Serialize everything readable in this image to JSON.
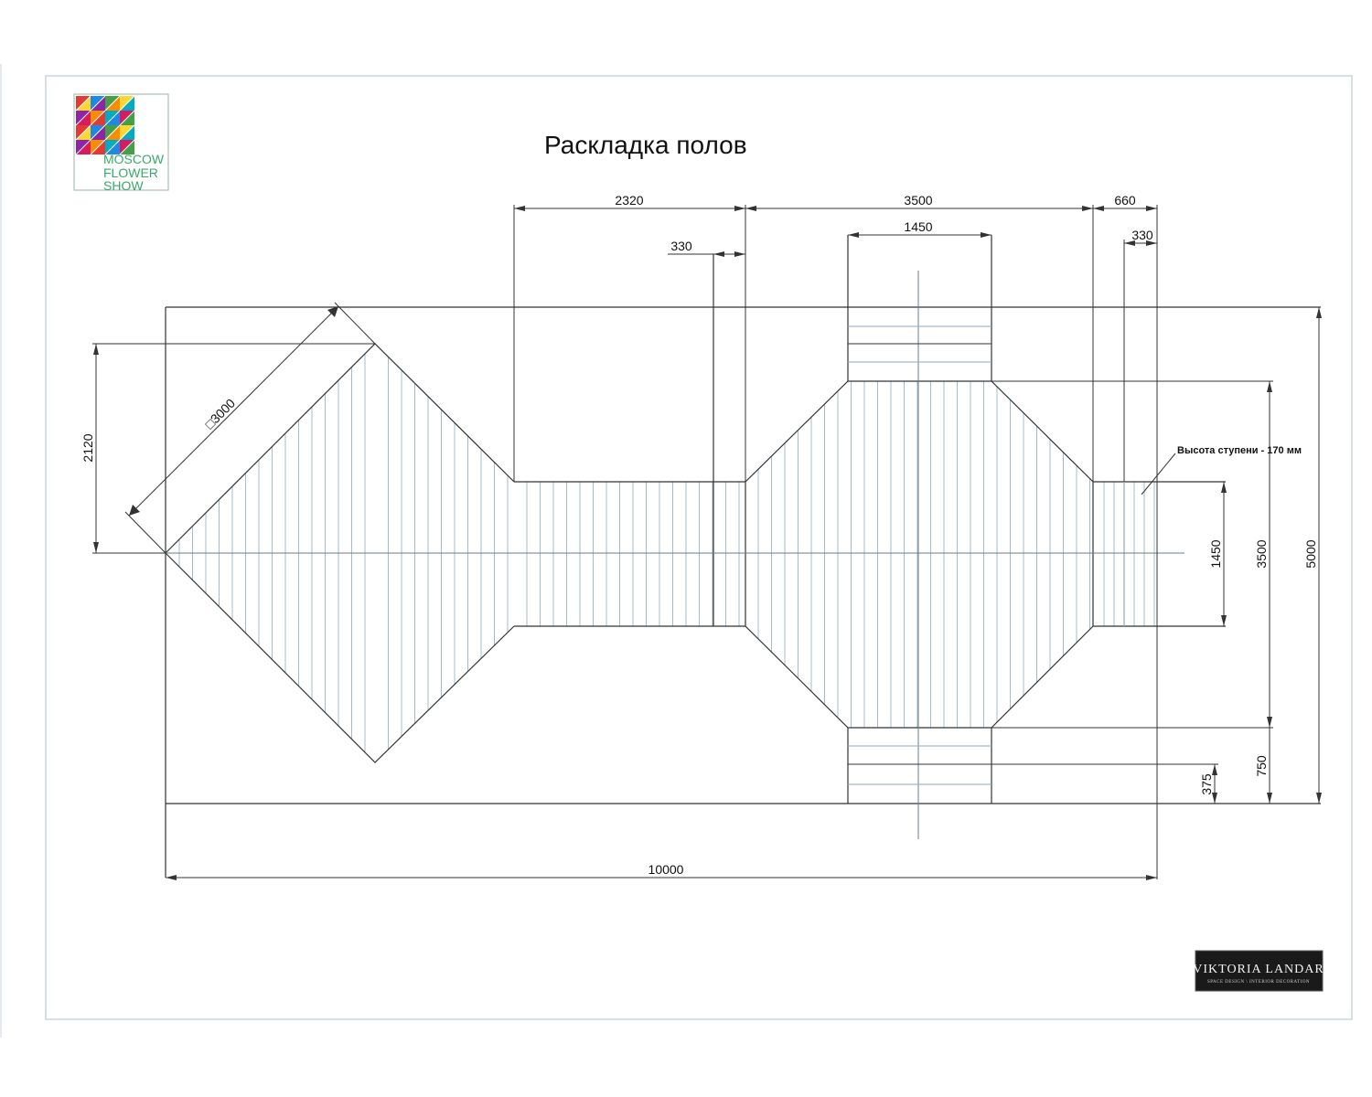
{
  "title": "Раскладка полов",
  "logo": {
    "line1": "MOSCOW",
    "line2": "FLOWER",
    "line3": "SHOW",
    "tile_colors": [
      "#e53935",
      "#1e88e5",
      "#43a047",
      "#fdd835",
      "#8e24aa",
      "#fb8c00",
      "#00acc1",
      "#d81b60"
    ]
  },
  "dimensions": {
    "top_2320": "2320",
    "top_3500": "3500",
    "top_660": "660",
    "inner_1450_top": "1450",
    "offset_330_left": "330",
    "offset_330_right": "330",
    "diag_3000": "□3000",
    "left_2120": "2120",
    "right_1450": "1450",
    "right_3500": "3500",
    "right_5000": "5000",
    "right_750": "750",
    "right_375": "375",
    "bottom_10000": "10000"
  },
  "note": "Высота  ступени - 170 мм",
  "signature": {
    "name": "VIKTORIA LANDAR",
    "subtitle": "SPACE DESIGN \\ INTERIOR DECORATION"
  },
  "colors": {
    "line": "#333333",
    "hatch": "#8faabb",
    "frame": "#c9d6dc",
    "signature_bg": "#1a1a1a"
  }
}
